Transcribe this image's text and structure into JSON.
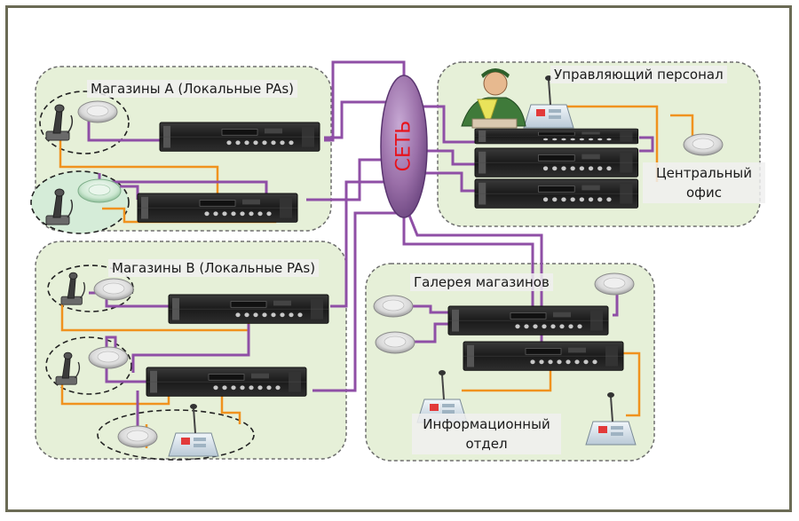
{
  "diagram": {
    "network_label": "СЕТЬ",
    "zones": {
      "stores_a": {
        "label": "Магазины А (Локальные PAs)"
      },
      "management": {
        "label": "Управляющий персонал"
      },
      "central_office": {
        "label": "Центральный офис"
      },
      "stores_b": {
        "label": "Магазины В (Локальные PAs)"
      },
      "gallery": {
        "label": "Галерея магазинов"
      },
      "info_desk": {
        "label": "Информационный отдел"
      }
    },
    "colors": {
      "zone_fill": "#e6f0d8",
      "zone_border": "#6e6e6e",
      "network": "#9a6fa8",
      "link_purple": "#8f4fa6",
      "link_orange": "#f0921e",
      "network_text": "#e8121b",
      "frame": "#6b6b55"
    }
  }
}
